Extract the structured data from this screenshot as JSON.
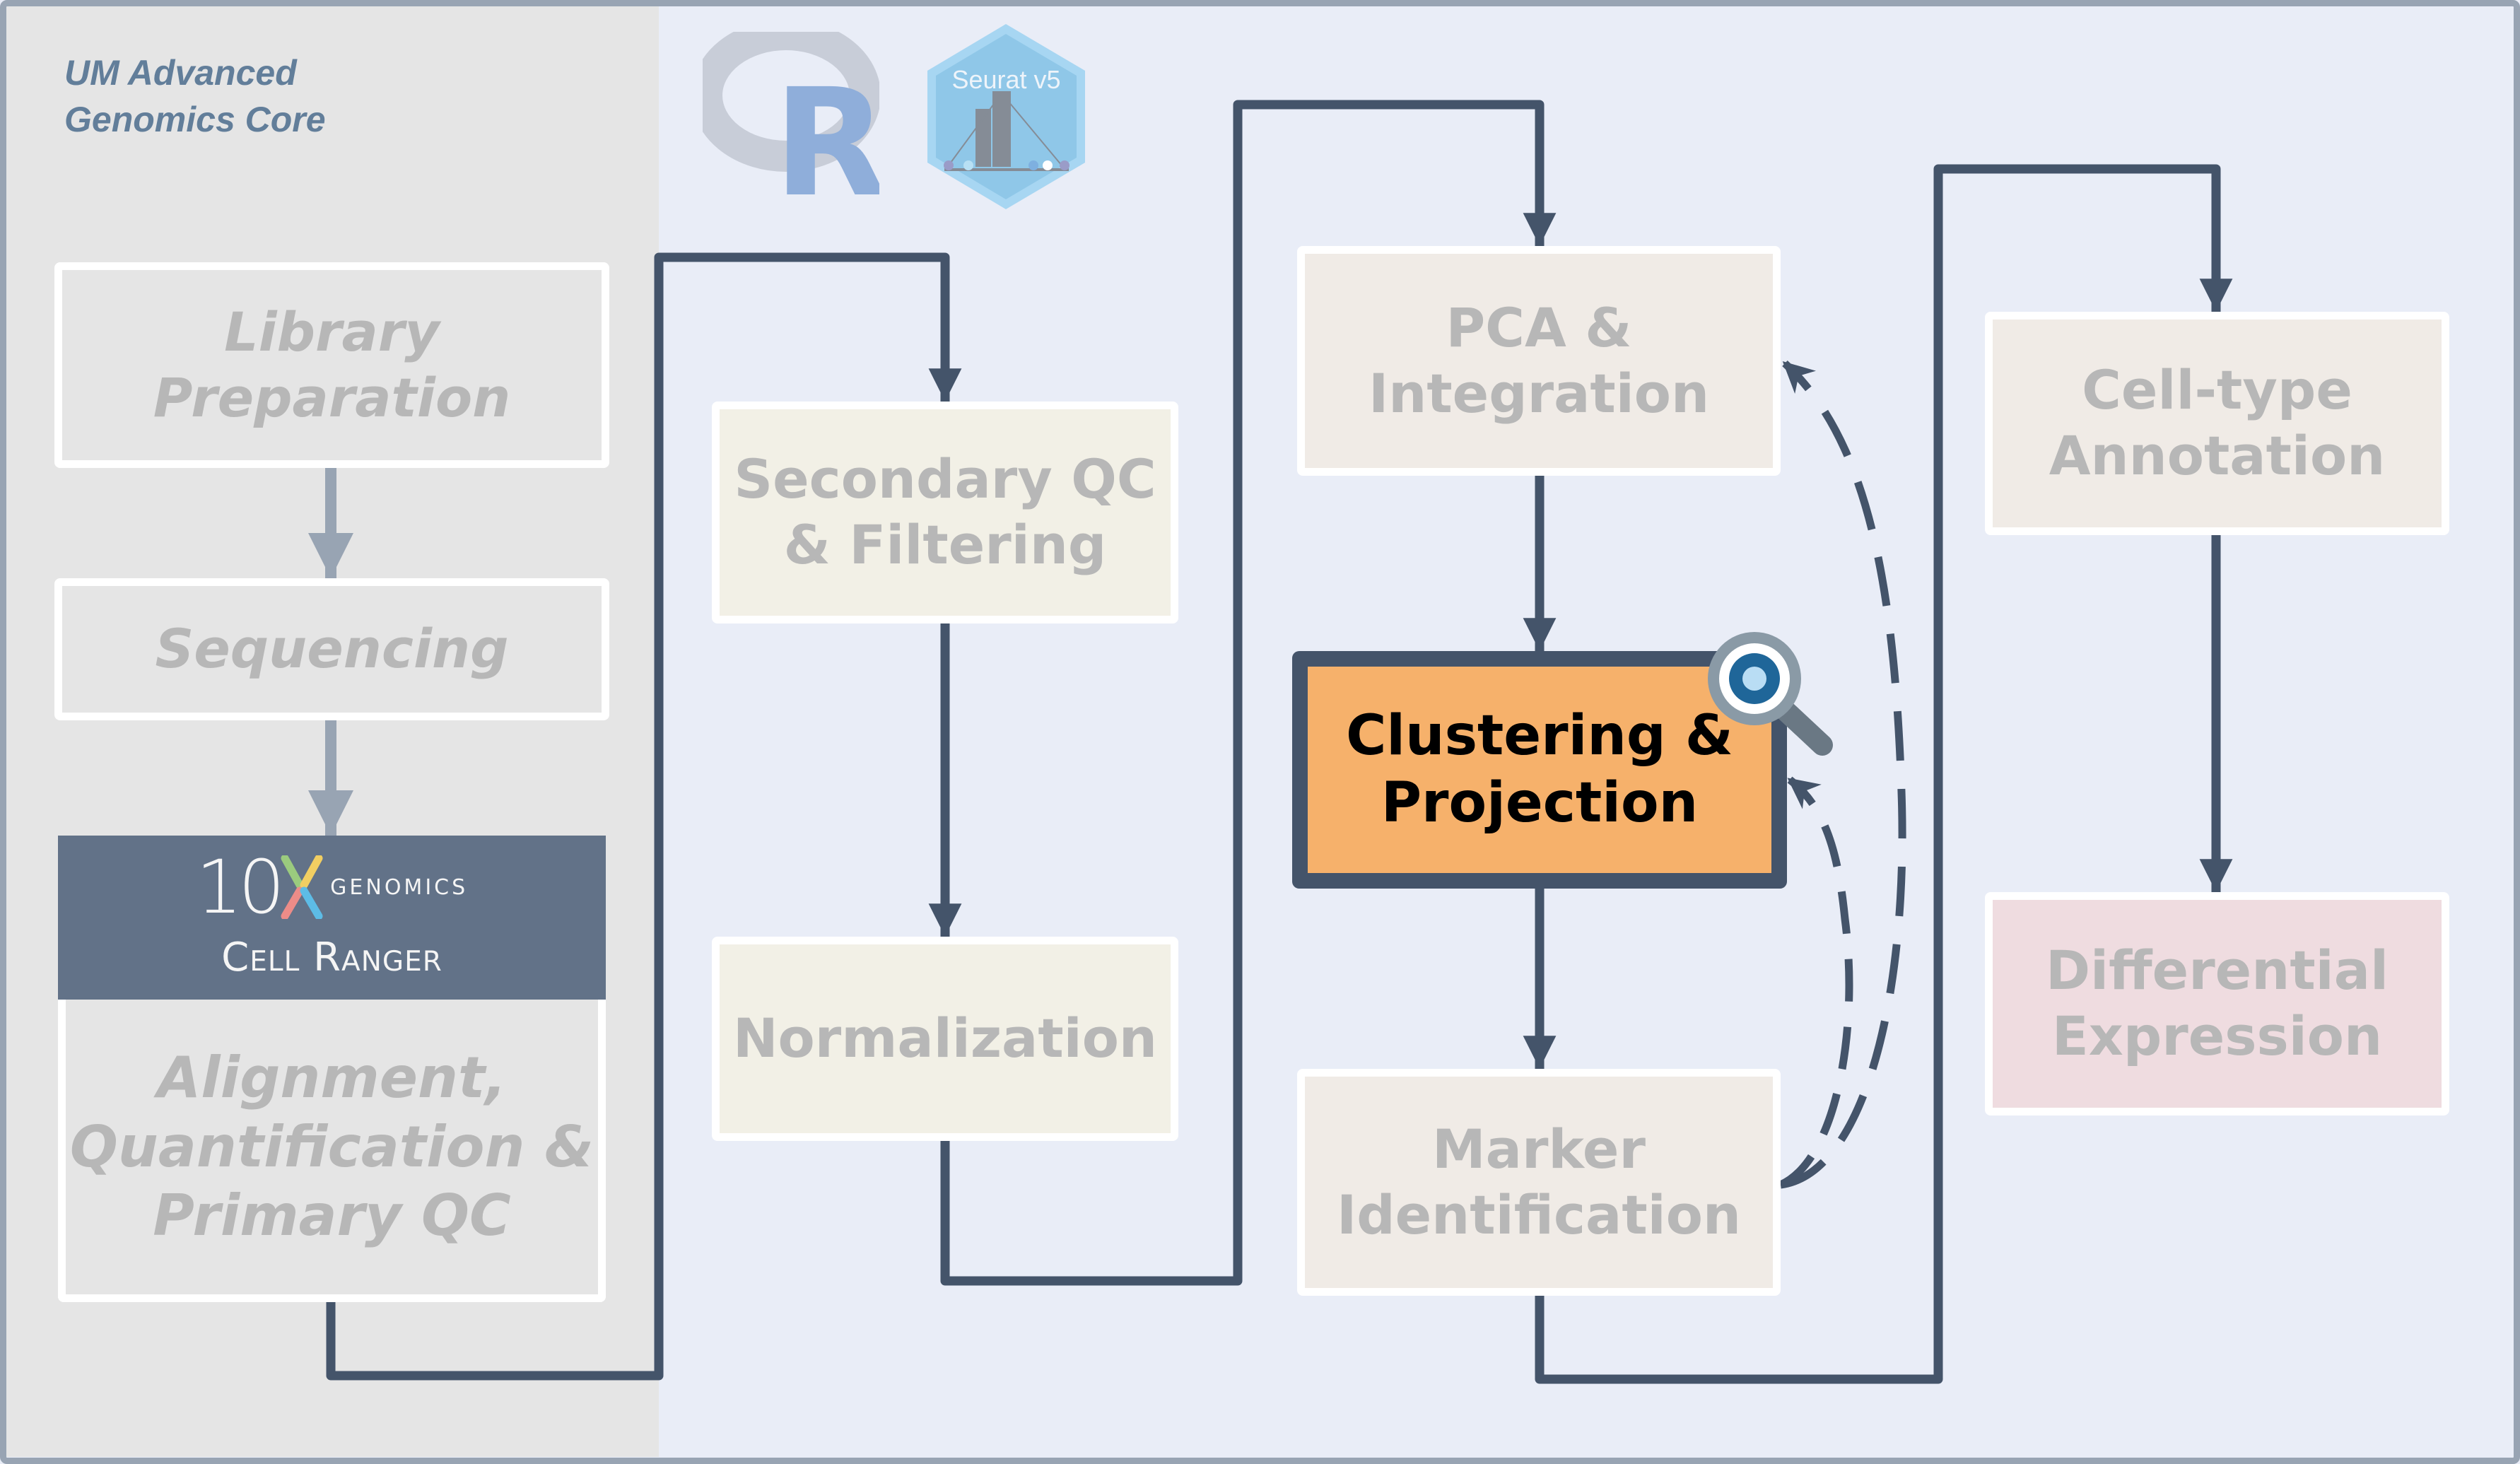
{
  "header": {
    "org_line1": "UM Advanced",
    "org_line2": "Genomics Core"
  },
  "logos": {
    "r_logo": "R",
    "seurat_label": "Seurat v5",
    "tenx_number": "10",
    "tenx_x": "X",
    "tenx_brand": "GENOMICS",
    "cellranger_label": "Cell Ranger"
  },
  "steps": {
    "library": "Library\nPreparation",
    "sequencing": "Sequencing",
    "alignment": "Alignment,\nQuantification &\nPrimary QC",
    "secondary": "Secondary QC\n& Filtering",
    "normalization": "Normalization",
    "pca": "PCA &\nIntegration",
    "clustering": "Clustering &\nProjection",
    "marker": "Marker\nIdentification",
    "celltype": "Cell-type\nAnnotation",
    "differential": "Differential\nExpression"
  },
  "highlighted_step": "clustering",
  "colors": {
    "connector": "#44546A",
    "preprocessing_connector": "#98A4B3",
    "highlight_fill": "#F6B16B",
    "title": "#627E9A",
    "cellranger_header": "#627288"
  }
}
